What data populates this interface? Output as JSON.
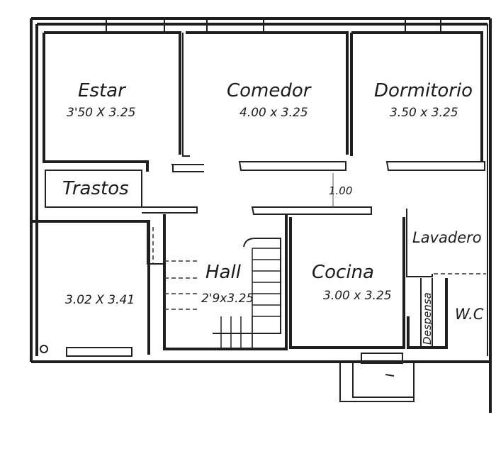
{
  "rooms": {
    "estar": {
      "name": "Estar",
      "dims": "3'50 X 3.25"
    },
    "comedor": {
      "name": "Comedor",
      "dims": "4.00 x 3.25"
    },
    "dormitorio": {
      "name": "Dormitorio",
      "dims": "3.50 x 3.25"
    },
    "trastos": {
      "name": "Trastos"
    },
    "hall": {
      "name": "Hall",
      "dims": "2'9x3.25"
    },
    "cocina": {
      "name": "Cocina",
      "dims": "3.00 x 3.25"
    },
    "lavadero": {
      "name": "Lavadero"
    },
    "despensa": {
      "name": "Despensa"
    },
    "wc": {
      "name": "W.C"
    },
    "left_room": {
      "dims": "3.02 X 3.41"
    }
  },
  "corridor_width": "1.00",
  "colors": {
    "ink": "#1e1e1e",
    "paper": "#ffffff"
  }
}
